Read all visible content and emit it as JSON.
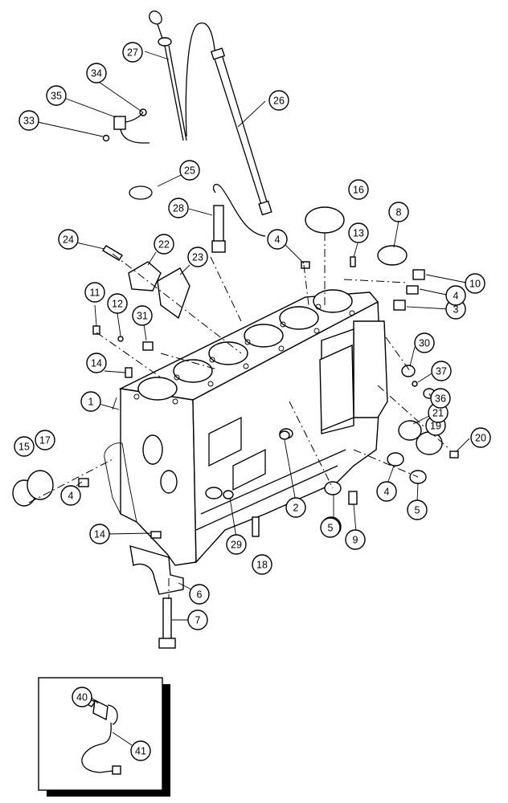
{
  "callouts": [
    {
      "label": "1"
    },
    {
      "label": "2"
    },
    {
      "label": "3"
    },
    {
      "label": "4"
    },
    {
      "label": "4"
    },
    {
      "label": "4"
    },
    {
      "label": "4"
    },
    {
      "label": "5"
    },
    {
      "label": "5"
    },
    {
      "label": "5"
    },
    {
      "label": "6"
    },
    {
      "label": "7"
    },
    {
      "label": "8"
    },
    {
      "label": "9"
    },
    {
      "label": "10"
    },
    {
      "label": "11"
    },
    {
      "label": "12"
    },
    {
      "label": "13"
    },
    {
      "label": "14"
    },
    {
      "label": "14"
    },
    {
      "label": "15"
    },
    {
      "label": "16"
    },
    {
      "label": "17"
    },
    {
      "label": "18"
    },
    {
      "label": "19"
    },
    {
      "label": "20"
    },
    {
      "label": "21"
    },
    {
      "label": "22"
    },
    {
      "label": "23"
    },
    {
      "label": "24"
    },
    {
      "label": "25"
    },
    {
      "label": "26"
    },
    {
      "label": "27"
    },
    {
      "label": "28"
    },
    {
      "label": "29"
    },
    {
      "label": "30"
    },
    {
      "label": "31"
    },
    {
      "label": "33"
    },
    {
      "label": "34"
    },
    {
      "label": "35"
    },
    {
      "label": "36"
    },
    {
      "label": "37"
    },
    {
      "label": "40"
    },
    {
      "label": "41"
    }
  ]
}
